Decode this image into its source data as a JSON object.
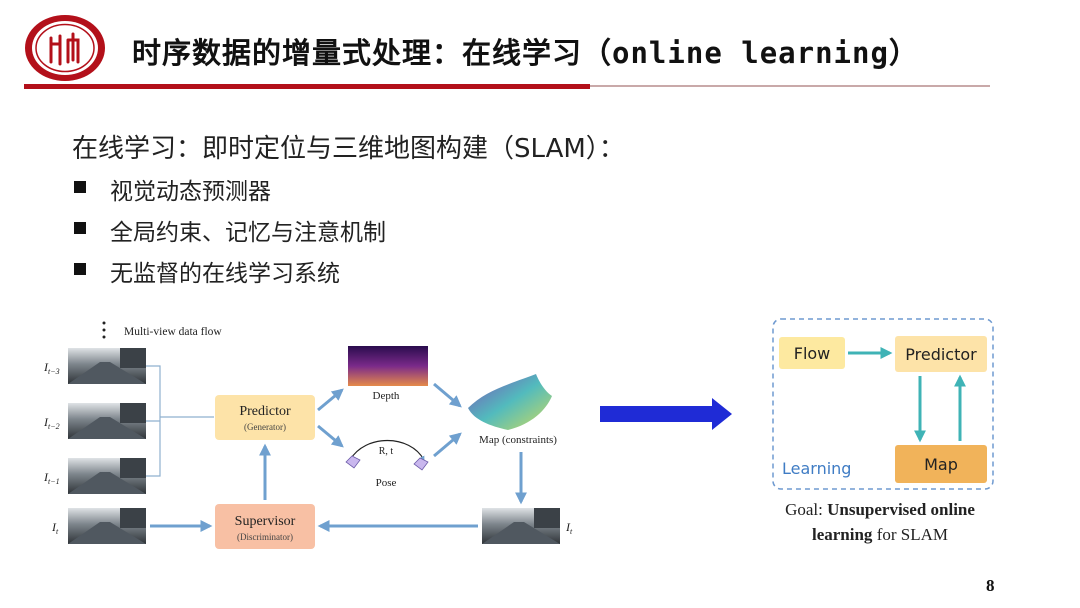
{
  "header": {
    "title_cn": "时序数据的增量式处理：在线学习（",
    "title_en": "online learning",
    "title_close": "）"
  },
  "slide": {
    "subtitle": "在线学习：即时定位与三维地图构建（SLAM）：",
    "bullets": [
      {
        "text": "视觉动态预测器"
      },
      {
        "text": "全局约束、记忆与注意机制"
      },
      {
        "text": "无监督的在线学习系统"
      }
    ],
    "page_number": "8"
  },
  "left_diagram": {
    "dataflow_label": "Multi-view  data flow",
    "frames": [
      {
        "base": "I",
        "sub": "t−3"
      },
      {
        "base": "I",
        "sub": "t−2"
      },
      {
        "base": "I",
        "sub": "t−1"
      },
      {
        "base": "I",
        "sub": "t"
      }
    ],
    "predictor": {
      "label": "Predictor",
      "sub": "(Generator)"
    },
    "supervisor": {
      "label": "Supervisor",
      "sub": "(Discriminator)"
    },
    "depth_label": "Depth",
    "rt_label": "R, t",
    "pose_label": "Pose",
    "map_label": "Map (constraints)",
    "output_frame": {
      "base": "I",
      "sub": "t"
    }
  },
  "right_diagram": {
    "flow": "Flow",
    "predictor": "Predictor",
    "map": "Map",
    "learning": "Learning",
    "caption_line1_prefix": "Goal: ",
    "caption_line1_bold": "Unsupervised online",
    "caption_line2_bold": "learning",
    "caption_line2_rest": " for SLAM"
  },
  "colors": {
    "brand_red": "#b3101a",
    "predictor_fill": "#fde3a8",
    "supervisor_fill": "#f8c0a4",
    "flow_fill": "#fde9a0",
    "map_fill": "#f1b35a",
    "arrow_blue": "#6fa0cf",
    "teal": "#3fb3b6",
    "big_arrow": "#1f2bd6"
  }
}
